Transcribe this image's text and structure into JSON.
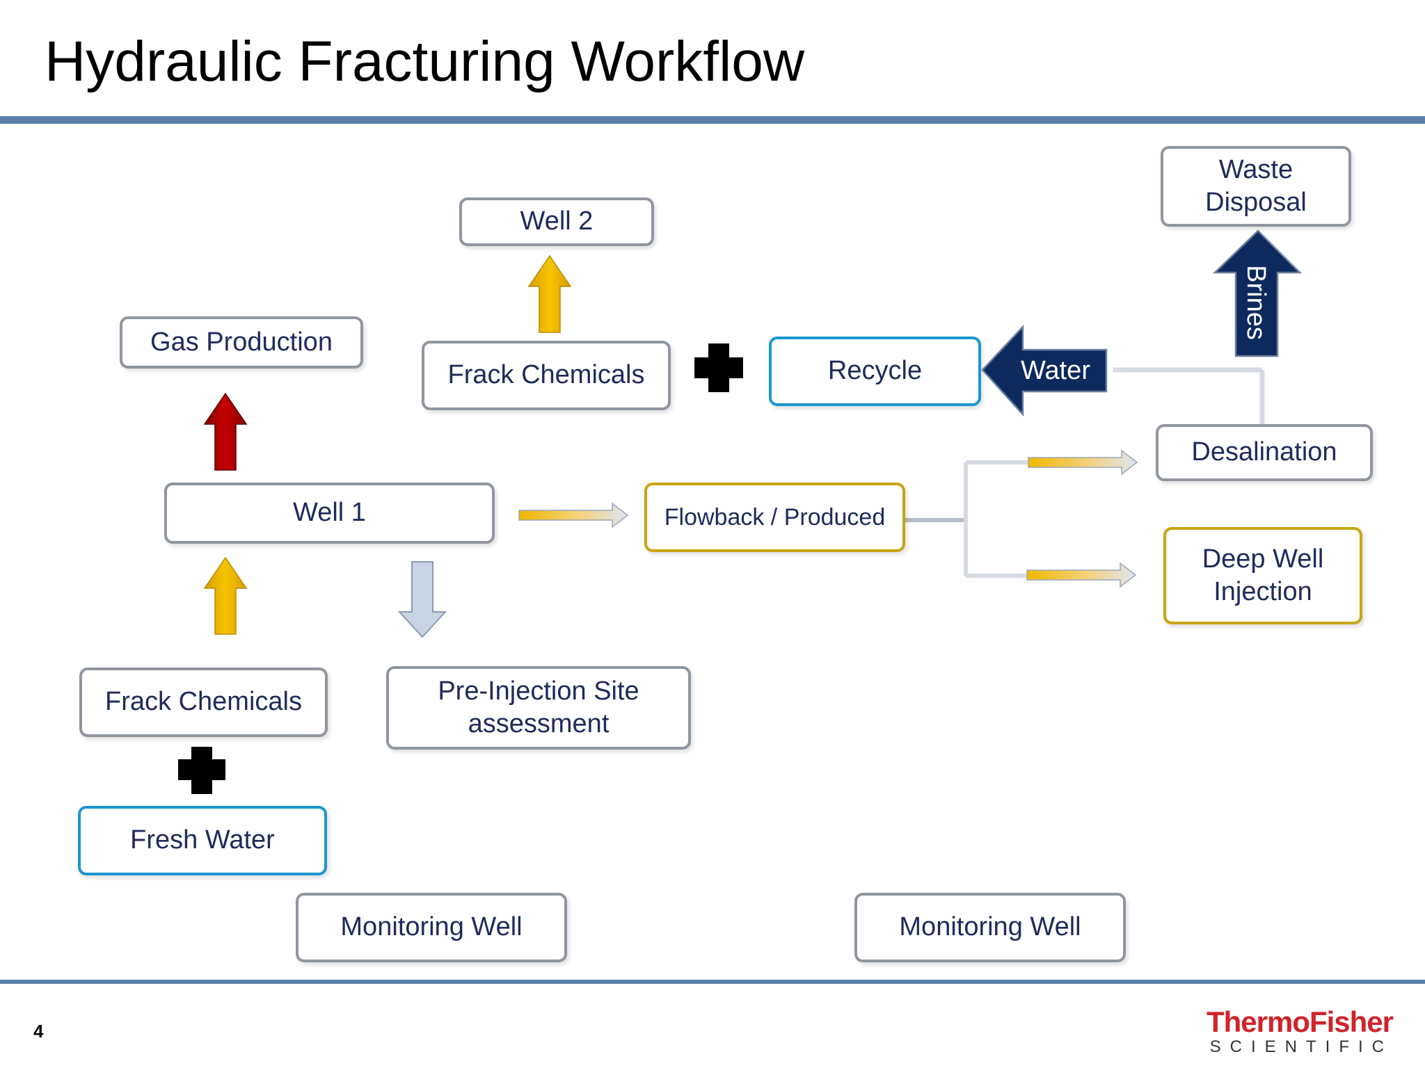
{
  "slide": {
    "title": "Hydraulic Fracturing Workflow",
    "page_number": "4",
    "logo": {
      "name": "ThermoFisher",
      "subtitle": "SCIENTIFIC"
    }
  },
  "colors": {
    "rule": "#5b7fa8",
    "box_border_grey": "#8f969f",
    "box_border_blue": "#1a97d0",
    "box_border_gold": "#c8a413",
    "text_navy": "#1f2a5c",
    "arrow_gold": "#f0b800",
    "arrow_red": "#b40000",
    "arrow_navy": "#0d2a5e",
    "logo_red": "#d0232a"
  },
  "nodes": {
    "gas_production": "Gas Production",
    "well_1": "Well 1",
    "well_2": "Well 2",
    "frack_chemicals_top": "Frack Chemicals",
    "frack_chemicals_bottom": "Frack Chemicals",
    "fresh_water": "Fresh Water",
    "pre_injection": "Pre-Injection Site\nassessment",
    "recycle": "Recycle",
    "flowback": "Flowback / Produced",
    "waste_disposal": "Waste\nDisposal",
    "desalination": "Desalination",
    "deep_well_injection": "Deep Well\nInjection",
    "monitoring_well_left": "Monitoring Well",
    "monitoring_well_right": "Monitoring Well"
  },
  "edges": {
    "water": "Water",
    "brines": "Brines"
  }
}
